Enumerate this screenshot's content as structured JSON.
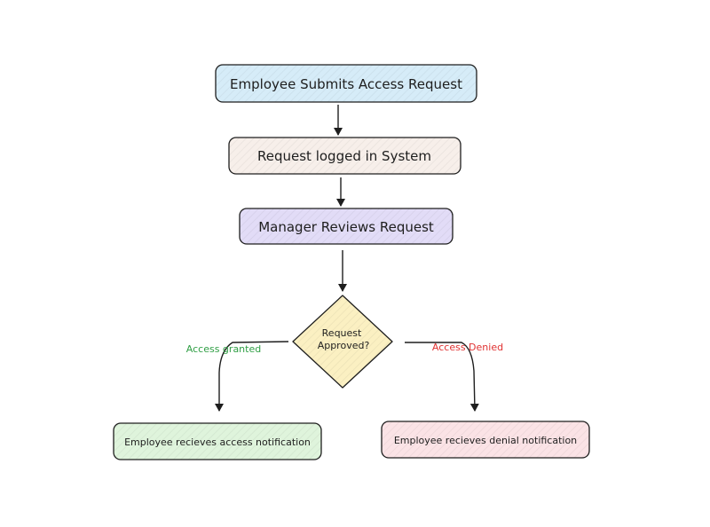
{
  "nodes": {
    "submit": {
      "label": "Employee Submits Access Request",
      "fill": "#d6ecf8"
    },
    "logged": {
      "label": "Request logged in System",
      "fill": "#f7efea"
    },
    "review": {
      "label": "Manager Reviews Request",
      "fill": "#e2dcf7"
    },
    "decision": {
      "label_line1": "Request",
      "label_line2": "Approved?",
      "fill": "#fbf0c2"
    },
    "granted": {
      "label": "Employee recieves access notification",
      "fill": "#dff4dc"
    },
    "denied": {
      "label": "Employee recieves denial notification",
      "fill": "#fbe3e6"
    }
  },
  "edges": {
    "granted_label": "Access granted",
    "denied_label": "Access Denied"
  },
  "colors": {
    "stroke": "#1e1e1e",
    "granted_text": "#2f9e44",
    "denied_text": "#e03131"
  }
}
